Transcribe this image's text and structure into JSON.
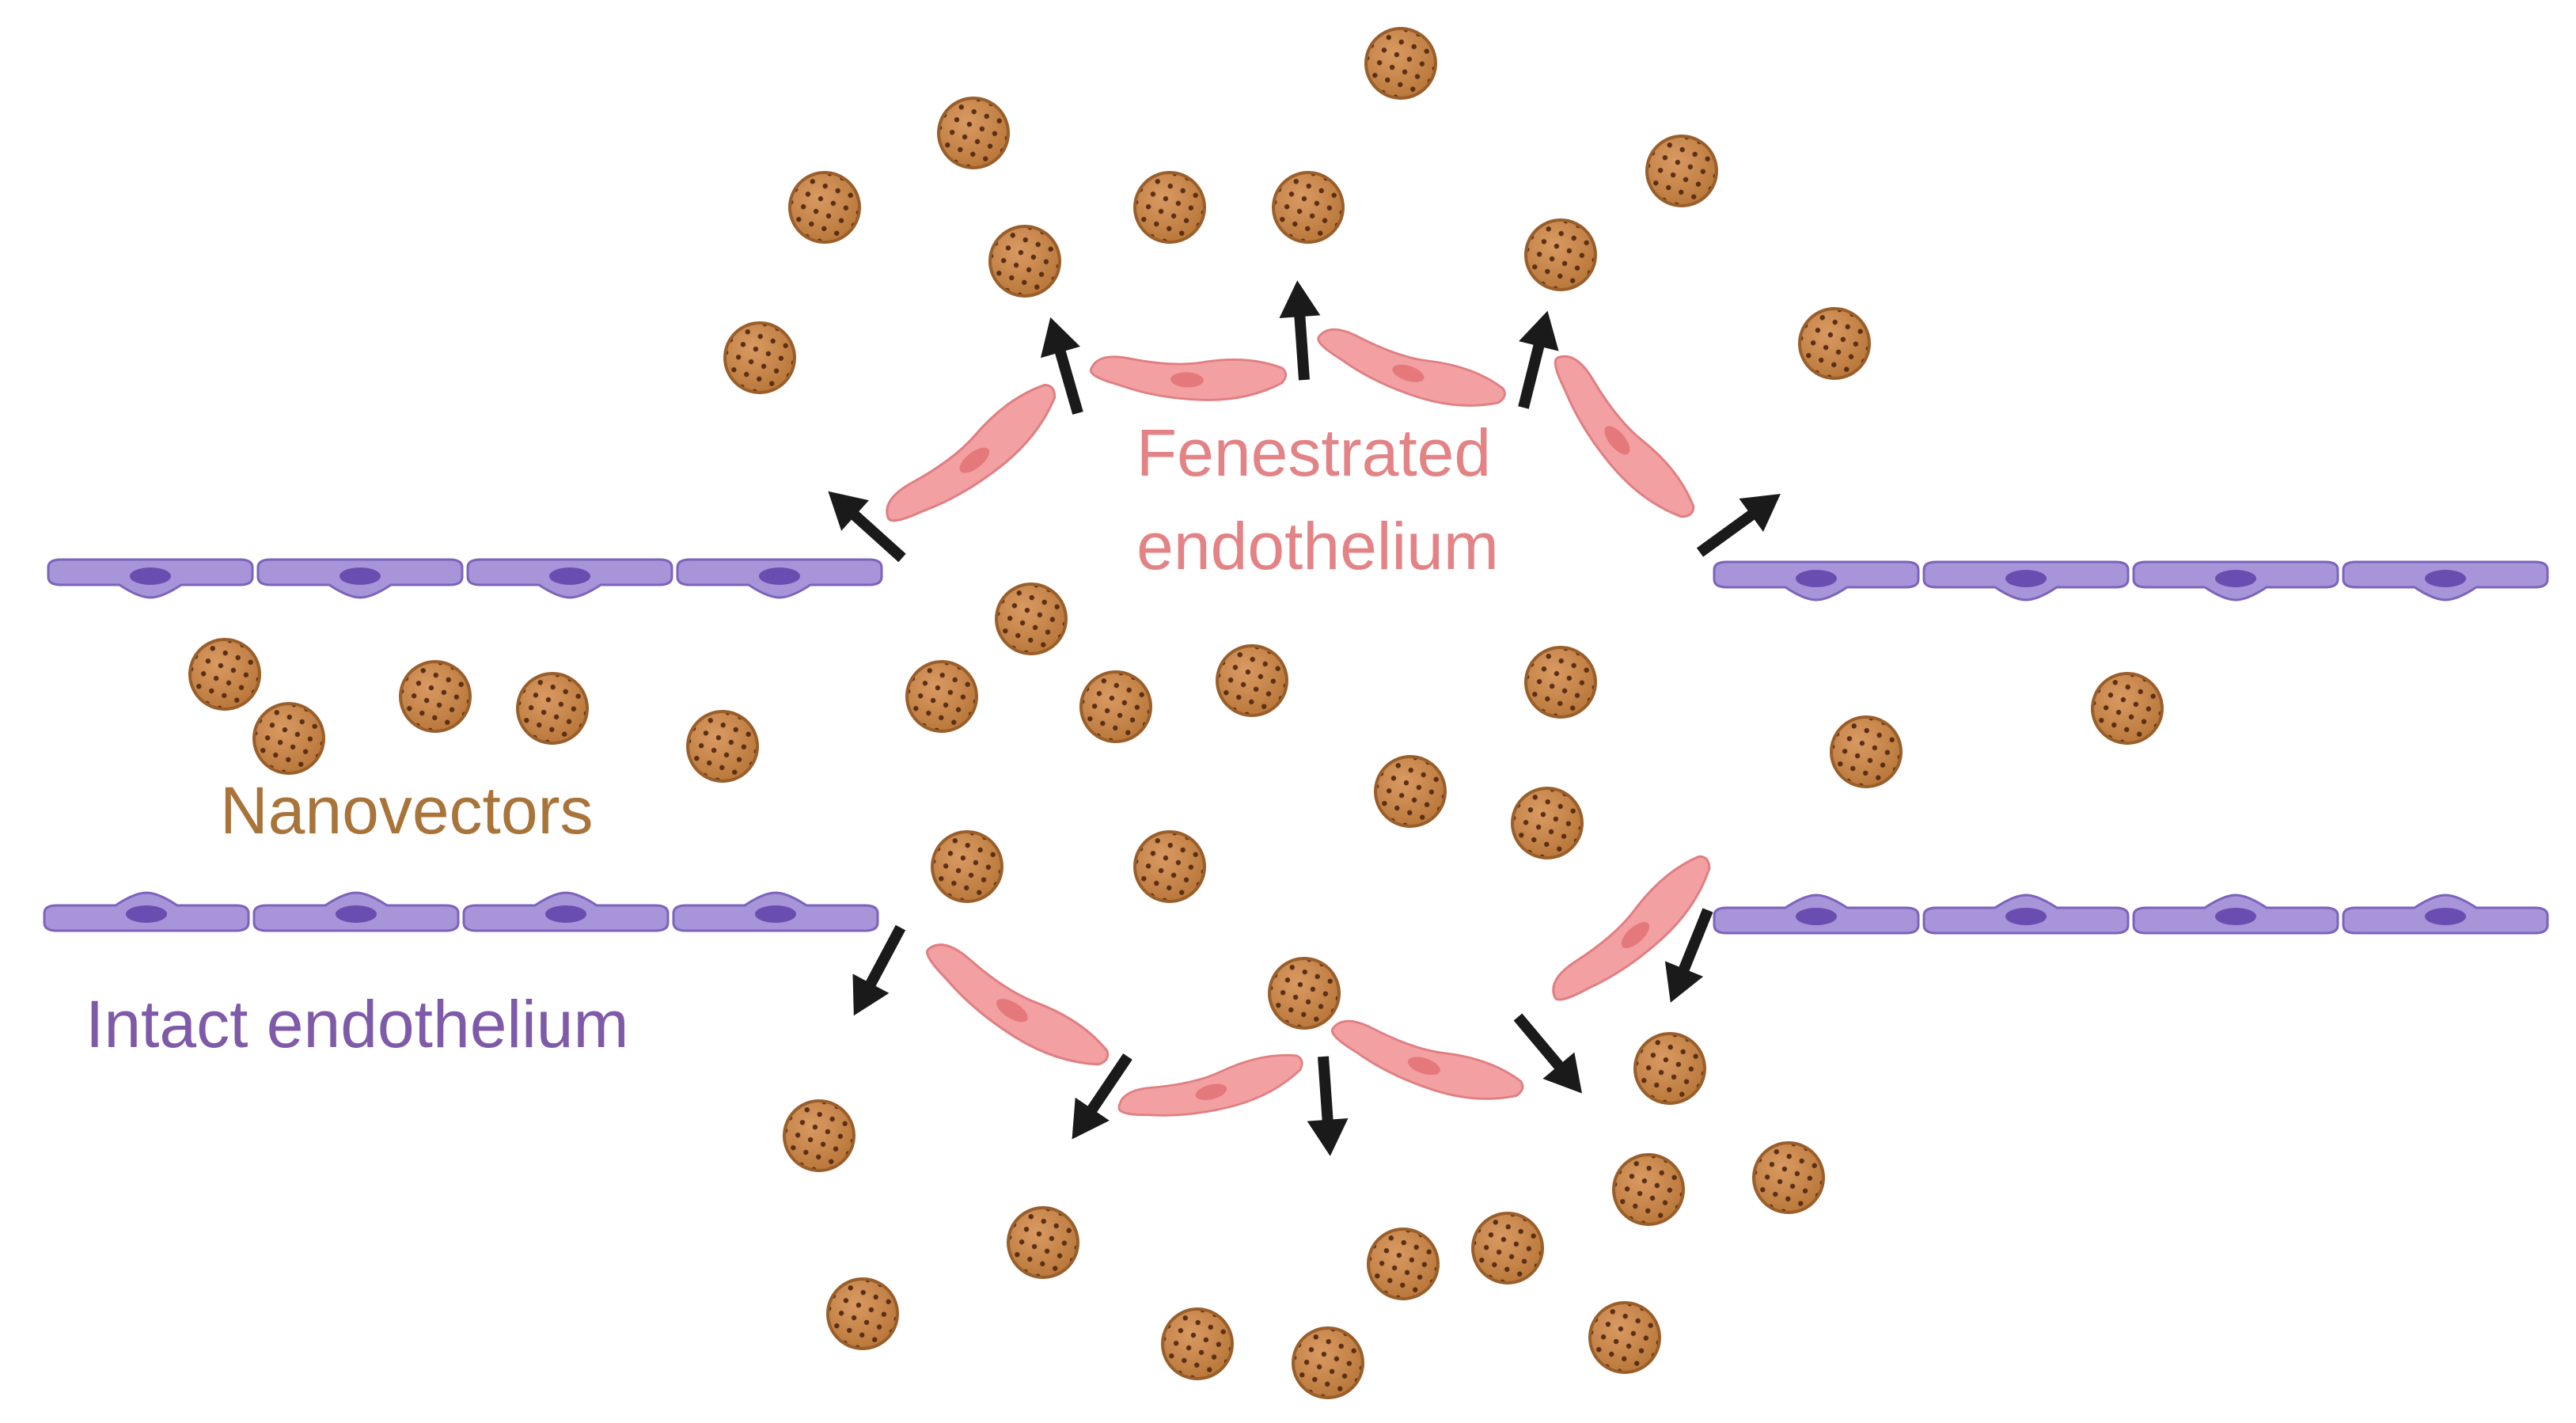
{
  "labels": {
    "fenestrated_line1": "Fenestrated",
    "fenestrated_line2": "endothelium",
    "nanovectors": "Nanovectors",
    "intact": "Intact endothelium"
  },
  "colors": {
    "fenestrated_text": "#e38386",
    "nanovector_text": "#a8743a",
    "intact_text": "#7e5aa8",
    "intact_cell_fill": "#a894d8",
    "intact_cell_stroke": "#7c63bb",
    "intact_nucleus": "#6a4db0",
    "fenestrated_cell_fill": "#f2a0a2",
    "fenestrated_cell_stroke": "#e07f82",
    "fenestrated_nucleus": "#e5787b",
    "particle_fill": "#c98a54",
    "particle_stroke": "#a86a34",
    "particle_dot": "#5a2f14",
    "arrow": "#1a1a1a"
  },
  "elements": {
    "particle_icon": "nanovector-particle-icon",
    "intact_cell_icon": "intact-endothelial-cell-icon",
    "fenestrated_cell_icon": "fenestrated-endothelial-cell-icon",
    "arrow_icon": "arrow-icon"
  }
}
